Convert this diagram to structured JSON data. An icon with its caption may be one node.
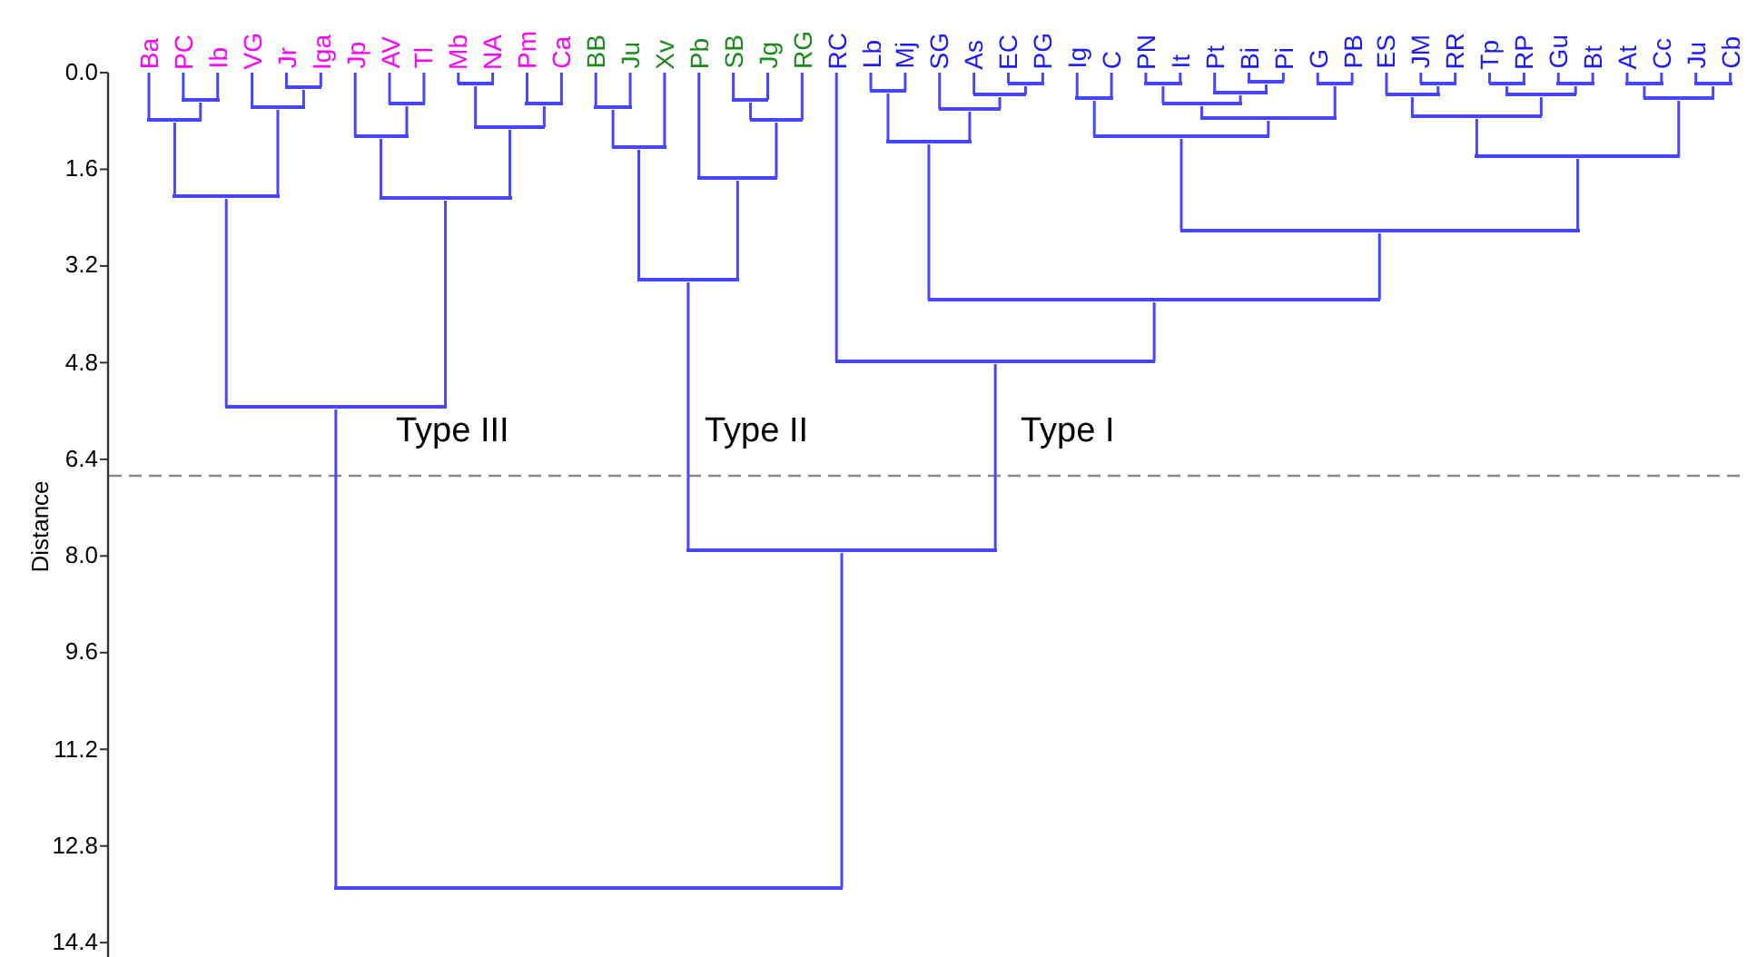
{
  "diagram": {
    "nodes": [
      {
        "text": [
          "Ba"
        ]
      },
      {
        "text": [
          "PC"
        ]
      },
      {
        "text": [
          "Ib"
        ]
      },
      {
        "text": [
          "VG"
        ]
      },
      {
        "text": [
          "Jr"
        ]
      },
      {
        "text": [
          "Iga"
        ]
      },
      {
        "text": [
          "Jp"
        ]
      },
      {
        "text": [
          "AV"
        ]
      },
      {
        "text": [
          "Tl"
        ]
      },
      {
        "text": [
          "Mb"
        ]
      },
      {
        "text": [
          "NA"
        ]
      },
      {
        "text": [
          "Pm"
        ]
      },
      {
        "text": [
          "Ca"
        ]
      },
      {
        "text": [
          "BB"
        ]
      },
      {
        "text": [
          "Ju"
        ]
      },
      {
        "text": [
          "Xv"
        ]
      },
      {
        "text": [
          "Pb"
        ]
      },
      {
        "text": [
          "SB"
        ]
      },
      {
        "text": [
          "Jg"
        ]
      },
      {
        "text": [
          "RG"
        ]
      },
      {
        "text": [
          "RC"
        ]
      },
      {
        "text": [
          "Lb"
        ]
      },
      {
        "text": [
          "Mj"
        ]
      },
      {
        "text": [
          "SG"
        ]
      },
      {
        "text": [
          "As"
        ]
      },
      {
        "text": [
          "EC"
        ]
      },
      {
        "text": [
          "PG"
        ]
      },
      {
        "text": [
          "Ig"
        ]
      },
      {
        "text": [
          "C"
        ]
      },
      {
        "text": [
          "PN"
        ]
      },
      {
        "text": [
          "It"
        ]
      },
      {
        "text": [
          "Pt"
        ]
      },
      {
        "text": [
          "Bi"
        ]
      },
      {
        "text": [
          "Pi"
        ]
      },
      {
        "text": [
          "G"
        ]
      },
      {
        "text": [
          "PB"
        ]
      },
      {
        "text": [
          "ES"
        ]
      },
      {
        "text": [
          "JM"
        ]
      },
      {
        "text": [
          "RR"
        ]
      },
      {
        "text": [
          "Tp"
        ]
      },
      {
        "text": [
          "RP"
        ]
      },
      {
        "text": [
          "Gu"
        ]
      },
      {
        "text": [
          "Bt"
        ]
      },
      {
        "text": [
          "At"
        ]
      },
      {
        "text": [
          "Cc"
        ]
      },
      {
        "text": [
          "Ju"
        ]
      },
      {
        "text": [
          "Cb"
        ]
      },
      {
        "text": [],
        "shape": "bar"
      },
      {
        "text": [],
        "shape": "bar"
      },
      {
        "text": [],
        "shape": "bar"
      },
      {
        "text": [],
        "shape": "bar"
      },
      {
        "text": [],
        "shape": "bar"
      },
      {
        "text": [],
        "shape": "bar"
      },
      {
        "text": [],
        "shape": "bar"
      },
      {
        "text": [],
        "shape": "bar"
      },
      {
        "text": [],
        "shape": "bar"
      },
      {
        "text": [],
        "shape": "bar"
      },
      {
        "text": [],
        "shape": "bar"
      },
      {
        "text": [],
        "shape": "bar"
      },
      {
        "text": [],
        "shape": "bar"
      },
      {
        "text": [],
        "shape": "bar"
      },
      {
        "text": [],
        "shape": "bar"
      },
      {
        "text": [],
        "shape": "bar"
      },
      {
        "text": [],
        "shape": "bar"
      },
      {
        "text": [],
        "shape": "bar"
      },
      {
        "text": [],
        "shape": "bar"
      },
      {
        "text": [],
        "shape": "bar"
      },
      {
        "text": [],
        "shape": "bar"
      },
      {
        "text": [],
        "shape": "bar"
      },
      {
        "text": [],
        "shape": "bar"
      },
      {
        "text": [],
        "shape": "bar"
      },
      {
        "text": [],
        "shape": "bar"
      },
      {
        "text": [],
        "shape": "bar"
      },
      {
        "text": [],
        "shape": "bar"
      },
      {
        "text": [],
        "shape": "bar"
      },
      {
        "text": [],
        "shape": "bar"
      },
      {
        "text": [],
        "shape": "bar"
      },
      {
        "text": [],
        "shape": "bar"
      },
      {
        "text": [],
        "shape": "bar"
      },
      {
        "text": [],
        "shape": "bar"
      },
      {
        "text": [],
        "shape": "bar"
      },
      {
        "text": [],
        "shape": "bar"
      },
      {
        "text": [],
        "shape": "bar"
      },
      {
        "text": [],
        "shape": "bar"
      },
      {
        "text": [],
        "shape": "bar"
      },
      {
        "text": [],
        "shape": "bar"
      },
      {
        "text": [],
        "shape": "bar"
      },
      {
        "text": [],
        "shape": "bar"
      },
      {
        "text": [],
        "shape": "bar"
      },
      {
        "text": [],
        "shape": "bar"
      },
      {
        "text": [],
        "shape": "bar"
      },
      {
        "text": [],
        "shape": "bar"
      },
      {
        "text": [],
        "shape": "bar"
      }
    ],
    "edges": [
      {
        "from": 1,
        "to": 47,
        "arrow": "none"
      },
      {
        "from": 2,
        "to": 47,
        "arrow": "none"
      },
      {
        "from": 0,
        "to": 48,
        "arrow": "none"
      },
      {
        "from": 47,
        "to": 48,
        "arrow": "none"
      },
      {
        "from": 4,
        "to": 49,
        "arrow": "none"
      },
      {
        "from": 5,
        "to": 49,
        "arrow": "none"
      },
      {
        "from": 3,
        "to": 50,
        "arrow": "none"
      },
      {
        "from": 49,
        "to": 50,
        "arrow": "none"
      },
      {
        "from": 48,
        "to": 51,
        "arrow": "none"
      },
      {
        "from": 50,
        "to": 51,
        "arrow": "none"
      },
      {
        "from": 7,
        "to": 52,
        "arrow": "none"
      },
      {
        "from": 8,
        "to": 52,
        "arrow": "none"
      },
      {
        "from": 6,
        "to": 53,
        "arrow": "none"
      },
      {
        "from": 52,
        "to": 53,
        "arrow": "none"
      },
      {
        "from": 9,
        "to": 54,
        "arrow": "none"
      },
      {
        "from": 10,
        "to": 54,
        "arrow": "none"
      },
      {
        "from": 11,
        "to": 55,
        "arrow": "none"
      },
      {
        "from": 12,
        "to": 55,
        "arrow": "none"
      },
      {
        "from": 54,
        "to": 56,
        "arrow": "none"
      },
      {
        "from": 55,
        "to": 56,
        "arrow": "none"
      },
      {
        "from": 53,
        "to": 57,
        "arrow": "none"
      },
      {
        "from": 56,
        "to": 57,
        "arrow": "none"
      },
      {
        "from": 51,
        "to": 58,
        "arrow": "none"
      },
      {
        "from": 57,
        "to": 58,
        "arrow": "none"
      },
      {
        "from": 13,
        "to": 59,
        "arrow": "none"
      },
      {
        "from": 14,
        "to": 59,
        "arrow": "none"
      },
      {
        "from": 59,
        "to": 60,
        "arrow": "none"
      },
      {
        "from": 15,
        "to": 60,
        "arrow": "none"
      },
      {
        "from": 17,
        "to": 61,
        "arrow": "none"
      },
      {
        "from": 18,
        "to": 61,
        "arrow": "none"
      },
      {
        "from": 61,
        "to": 62,
        "arrow": "none"
      },
      {
        "from": 19,
        "to": 62,
        "arrow": "none"
      },
      {
        "from": 16,
        "to": 63,
        "arrow": "none"
      },
      {
        "from": 62,
        "to": 63,
        "arrow": "none"
      },
      {
        "from": 60,
        "to": 64,
        "arrow": "none"
      },
      {
        "from": 63,
        "to": 64,
        "arrow": "none"
      },
      {
        "from": 21,
        "to": 65,
        "arrow": "none"
      },
      {
        "from": 22,
        "to": 65,
        "arrow": "none"
      },
      {
        "from": 25,
        "to": 66,
        "arrow": "none"
      },
      {
        "from": 26,
        "to": 66,
        "arrow": "none"
      },
      {
        "from": 24,
        "to": 67,
        "arrow": "none"
      },
      {
        "from": 66,
        "to": 67,
        "arrow": "none"
      },
      {
        "from": 23,
        "to": 68,
        "arrow": "none"
      },
      {
        "from": 67,
        "to": 68,
        "arrow": "none"
      },
      {
        "from": 65,
        "to": 69,
        "arrow": "none"
      },
      {
        "from": 68,
        "to": 69,
        "arrow": "none"
      },
      {
        "from": 27,
        "to": 70,
        "arrow": "none"
      },
      {
        "from": 28,
        "to": 70,
        "arrow": "none"
      },
      {
        "from": 29,
        "to": 71,
        "arrow": "none"
      },
      {
        "from": 30,
        "to": 71,
        "arrow": "none"
      },
      {
        "from": 32,
        "to": 72,
        "arrow": "none"
      },
      {
        "from": 33,
        "to": 72,
        "arrow": "none"
      },
      {
        "from": 31,
        "to": 73,
        "arrow": "none"
      },
      {
        "from": 72,
        "to": 73,
        "arrow": "none"
      },
      {
        "from": 71,
        "to": 74,
        "arrow": "none"
      },
      {
        "from": 73,
        "to": 74,
        "arrow": "none"
      },
      {
        "from": 34,
        "to": 75,
        "arrow": "none"
      },
      {
        "from": 35,
        "to": 75,
        "arrow": "none"
      },
      {
        "from": 74,
        "to": 76,
        "arrow": "none"
      },
      {
        "from": 75,
        "to": 76,
        "arrow": "none"
      },
      {
        "from": 70,
        "to": 77,
        "arrow": "none"
      },
      {
        "from": 76,
        "to": 77,
        "arrow": "none"
      },
      {
        "from": 37,
        "to": 78,
        "arrow": "none"
      },
      {
        "from": 38,
        "to": 78,
        "arrow": "none"
      },
      {
        "from": 36,
        "to": 79,
        "arrow": "none"
      },
      {
        "from": 78,
        "to": 79,
        "arrow": "none"
      },
      {
        "from": 39,
        "to": 80,
        "arrow": "none"
      },
      {
        "from": 40,
        "to": 80,
        "arrow": "none"
      },
      {
        "from": 41,
        "to": 81,
        "arrow": "none"
      },
      {
        "from": 42,
        "to": 81,
        "arrow": "none"
      },
      {
        "from": 80,
        "to": 82,
        "arrow": "none"
      },
      {
        "from": 81,
        "to": 82,
        "arrow": "none"
      },
      {
        "from": 79,
        "to": 83,
        "arrow": "none"
      },
      {
        "from": 82,
        "to": 83,
        "arrow": "none"
      },
      {
        "from": 43,
        "to": 84,
        "arrow": "none"
      },
      {
        "from": 44,
        "to": 84,
        "arrow": "none"
      },
      {
        "from": 45,
        "to": 85,
        "arrow": "none"
      },
      {
        "from": 46,
        "to": 85,
        "arrow": "none"
      },
      {
        "from": 84,
        "to": 86,
        "arrow": "none"
      },
      {
        "from": 85,
        "to": 86,
        "arrow": "none"
      },
      {
        "from": 83,
        "to": 87,
        "arrow": "none"
      },
      {
        "from": 86,
        "to": 87,
        "arrow": "none"
      },
      {
        "from": 77,
        "to": 88,
        "arrow": "none"
      },
      {
        "from": 87,
        "to": 88,
        "arrow": "none"
      },
      {
        "from": 69,
        "to": 89,
        "arrow": "none"
      },
      {
        "from": 88,
        "to": 89,
        "arrow": "none"
      },
      {
        "from": 20,
        "to": 90,
        "arrow": "none"
      },
      {
        "from": 89,
        "to": 90,
        "arrow": "none"
      },
      {
        "from": 64,
        "to": 91,
        "arrow": "none"
      },
      {
        "from": 90,
        "to": 91,
        "arrow": "none"
      },
      {
        "from": 58,
        "to": 92,
        "arrow": "none"
      },
      {
        "from": 91,
        "to": 92,
        "arrow": "none"
      }
    ],
    "labels": [
      "0.0",
      "1.6",
      "3.2",
      "4.8",
      "6.4",
      "8.0",
      "9.6",
      "11.2",
      "12.8",
      "14.4",
      "Distance",
      "Type III",
      "Type II",
      "Type I"
    ]
  }
}
